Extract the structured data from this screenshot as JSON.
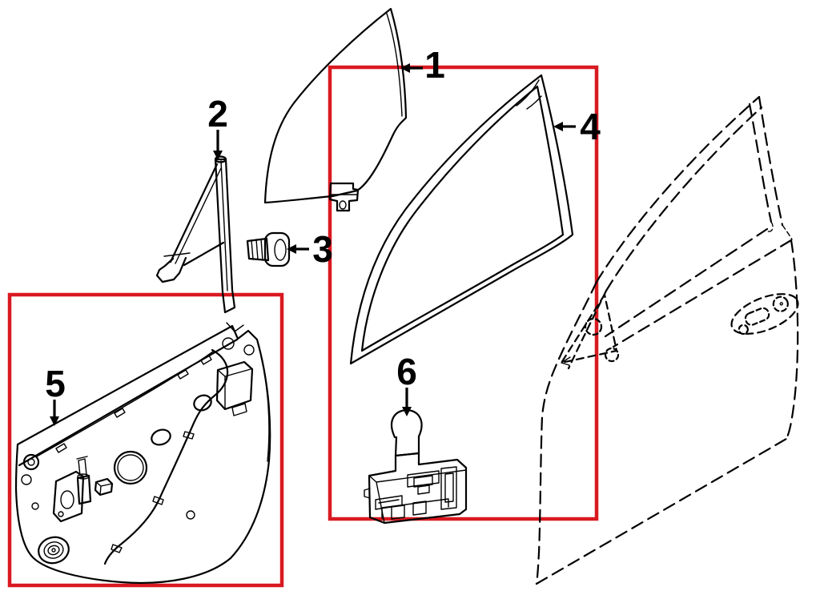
{
  "diagram": {
    "background_color": "#ffffff",
    "line_color": "#000000",
    "highlight_color": "#d91920"
  },
  "callouts": [
    {
      "label": "1",
      "part": "front-door-glass"
    },
    {
      "label": "2",
      "part": "front-door-division-channel"
    },
    {
      "label": "3",
      "part": "fastener-bolt"
    },
    {
      "label": "4",
      "part": "door-glass-run-weatherstrip"
    },
    {
      "label": "5",
      "part": "door-inner-panel-assembly"
    },
    {
      "label": "6",
      "part": "window-regulator-module"
    }
  ],
  "highlights": [
    {
      "name": "weatherstrip-and-module-highlight"
    },
    {
      "name": "inner-panel-highlight"
    }
  ]
}
